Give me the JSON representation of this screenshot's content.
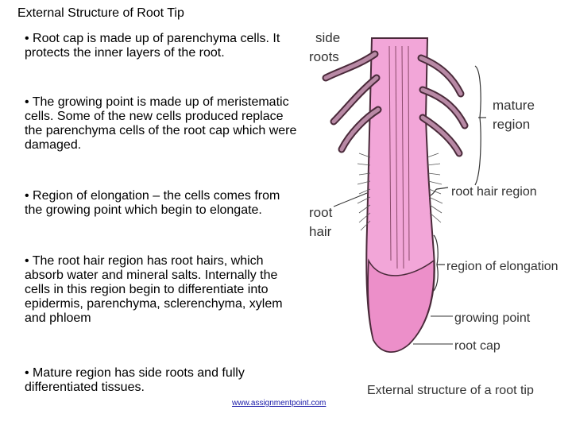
{
  "title": "External Structure of Root Tip",
  "paragraphs": [
    "• Root cap is made up of parenchyma cells. It protects the inner layers of the root.",
    "• The growing point is made up of meristematic cells. Some of the new cells produced replace the parenchyma cells of the root cap which were damaged.",
    "• Region of elongation – the cells comes from the growing point which begin to elongate.",
    "• The root hair region has root hairs, which absorb water and mineral salts. Internally the cells in this region begin to differentiate into epidermis, parenchyma, sclerenchyma, xylem and phloem",
    "• Mature region has side roots and fully differentiated tissues."
  ],
  "diagram": {
    "labels": {
      "side_roots_1": "side",
      "side_roots_2": "roots",
      "mature_region_1": "mature",
      "mature_region_2": "region",
      "root_hair_region": "root hair region",
      "root_hair_1": "root",
      "root_hair_2": "hair",
      "region_of_elongation": "region of elongation",
      "growing_point": "growing point",
      "root_cap": "root cap",
      "caption": "External structure of a root tip"
    },
    "colors": {
      "root_fill": "#f2a6d8",
      "root_outline": "#4a2a3a",
      "cap_fill": "#ec8fc9"
    }
  },
  "footer": "www.assignmentpoint.com"
}
